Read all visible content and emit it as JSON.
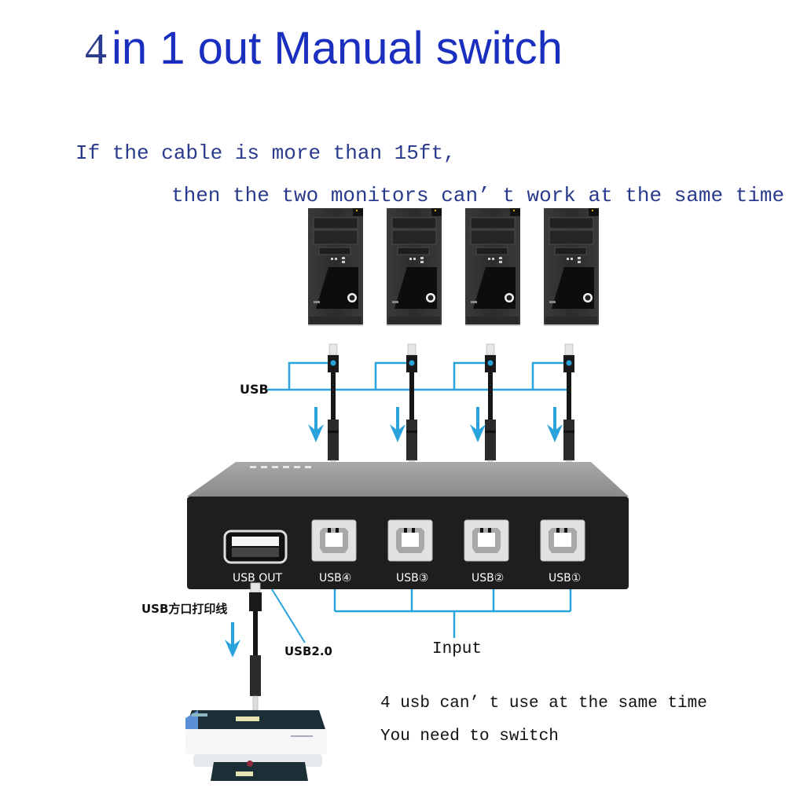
{
  "title": {
    "number": "4",
    "text": "in 1 out Manual switch"
  },
  "notes": {
    "line1": "If the cable is more than 15ft,",
    "line2": "then the two monitors can’ t work at the same time"
  },
  "computers": [
    {
      "name": "computer-1",
      "brand_icon": "hp-logo"
    },
    {
      "name": "computer-2",
      "brand_icon": "hp-logo"
    },
    {
      "name": "computer-3",
      "brand_icon": "hp-logo"
    },
    {
      "name": "computer-4",
      "brand_icon": "hp-logo"
    }
  ],
  "labels": {
    "usb": "USB",
    "printer_cable": "USB方口打印线",
    "usb20": "USB2.0",
    "input": "Input",
    "note3": "4 usb can’ t use at the same time",
    "note4": "You need to switch"
  },
  "switch_box": {
    "ports": [
      {
        "label": "USB OUT",
        "type": "usb-a"
      },
      {
        "label": "USB④",
        "type": "usb-b"
      },
      {
        "label": "USB③",
        "type": "usb-b"
      },
      {
        "label": "USB②",
        "type": "usb-b"
      },
      {
        "label": "USB①",
        "type": "usb-b"
      }
    ]
  },
  "colors": {
    "title": "#1a2fbf",
    "note_text": "#2a3a8c",
    "connector_line": "#29a3dc",
    "box_front": "#1e1e1e",
    "box_top": "#9a9a9a"
  }
}
